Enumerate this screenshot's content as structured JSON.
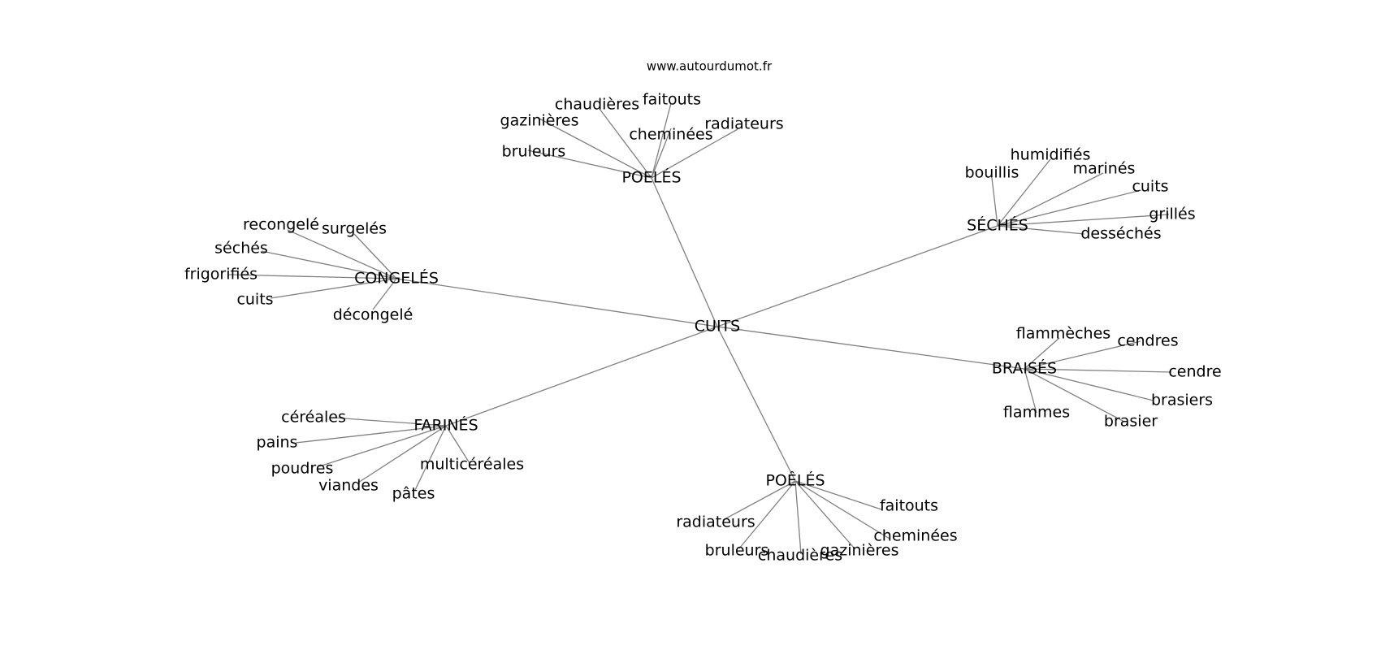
{
  "source": "www.autourdumot.fr",
  "colors": {
    "edge": "#808080",
    "text": "#000000",
    "background": "#ffffff"
  },
  "graph": {
    "root": "CUITS",
    "clusters": [
      {
        "id": "poeles-top",
        "label": "POELÉS",
        "children": [
          "bruleurs",
          "gazinières",
          "chaudières",
          "faitouts",
          "cheminées",
          "radiateurs"
        ]
      },
      {
        "id": "seches",
        "label": "SÉCHÉS",
        "children": [
          "bouillis",
          "humidifiés",
          "marinés",
          "cuits",
          "grillés",
          "desséchés"
        ]
      },
      {
        "id": "congeles",
        "label": "CONGELÉS",
        "children": [
          "recongelé",
          "surgelés",
          "séchés",
          "frigorifiés",
          "cuits",
          "décongelé"
        ]
      },
      {
        "id": "braises",
        "label": "BRAISÉS",
        "children": [
          "flammèches",
          "cendres",
          "cendre",
          "brasiers",
          "brasier",
          "flammes"
        ]
      },
      {
        "id": "farines",
        "label": "FARINÉS",
        "children": [
          "céréales",
          "pains",
          "poudres",
          "viandes",
          "pâtes",
          "multicéréales"
        ]
      },
      {
        "id": "poeles-bottom",
        "label": "POÊLÉS",
        "children": [
          "faitouts",
          "cheminées",
          "gazinières",
          "chaudières",
          "bruleurs",
          "radiateurs"
        ]
      }
    ]
  }
}
